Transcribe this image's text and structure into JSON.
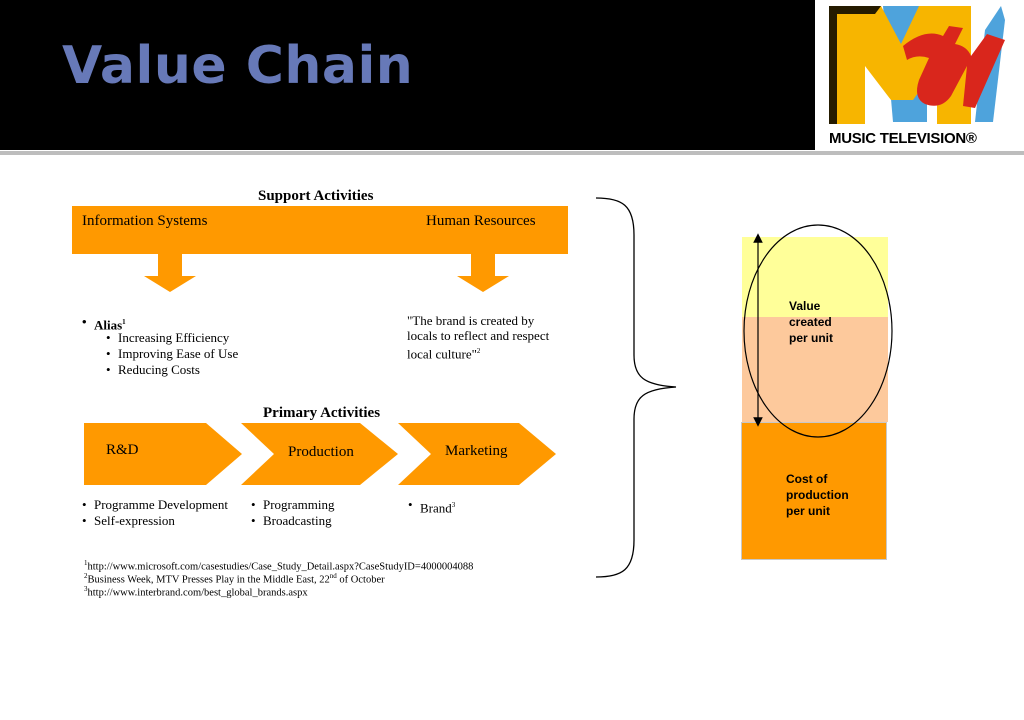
{
  "header": {
    "title": "Value Chain",
    "logo_text": "MUSIC TELEVISION®"
  },
  "support": {
    "heading": "Support Activities",
    "left_label": "Information Systems",
    "right_label": "Human Resources",
    "alias_label": "Alias",
    "alias_sup": "1",
    "alias_items": [
      "Increasing Efficiency",
      "Improving Ease of Use",
      "Reducing Costs"
    ],
    "quote_lines": [
      "\"The brand is created by",
      "locals to reflect and respect",
      "local culture\""
    ],
    "quote_sup": "2"
  },
  "primary": {
    "heading": "Primary Activities",
    "stages": [
      "R&D",
      "Production",
      "Marketing"
    ],
    "rd_items": [
      "Programme Development",
      "Self-expression"
    ],
    "production_items": [
      "Programming",
      "Broadcasting"
    ],
    "marketing_item": "Brand",
    "marketing_sup": "3"
  },
  "footnotes": {
    "n1_sup": "1",
    "n1": "http://www.microsoft.com/casestudies/Case_Study_Detail.aspx?CaseStudyID=4000004088",
    "n2_sup": "2",
    "n2_pre": "Business Week, MTV Presses Play in the Middle East, 22",
    "n2_ord": "nd",
    "n2_post": " of October",
    "n3_sup": "3",
    "n3": "http://www.interbrand.com/best_global_brands.aspx"
  },
  "value_diagram": {
    "value_label": "Value\ncreated\nper unit",
    "cost_label": "Cost of\nproduction\nper unit"
  },
  "colors": {
    "orange": "#ff9900",
    "pale_yellow": "#ffff99",
    "peach": "#fdc99c",
    "title_blue": "#6779b8",
    "logo_yellow": "#f7b500",
    "logo_blue": "#4ea3dc",
    "logo_red": "#d9261c"
  }
}
